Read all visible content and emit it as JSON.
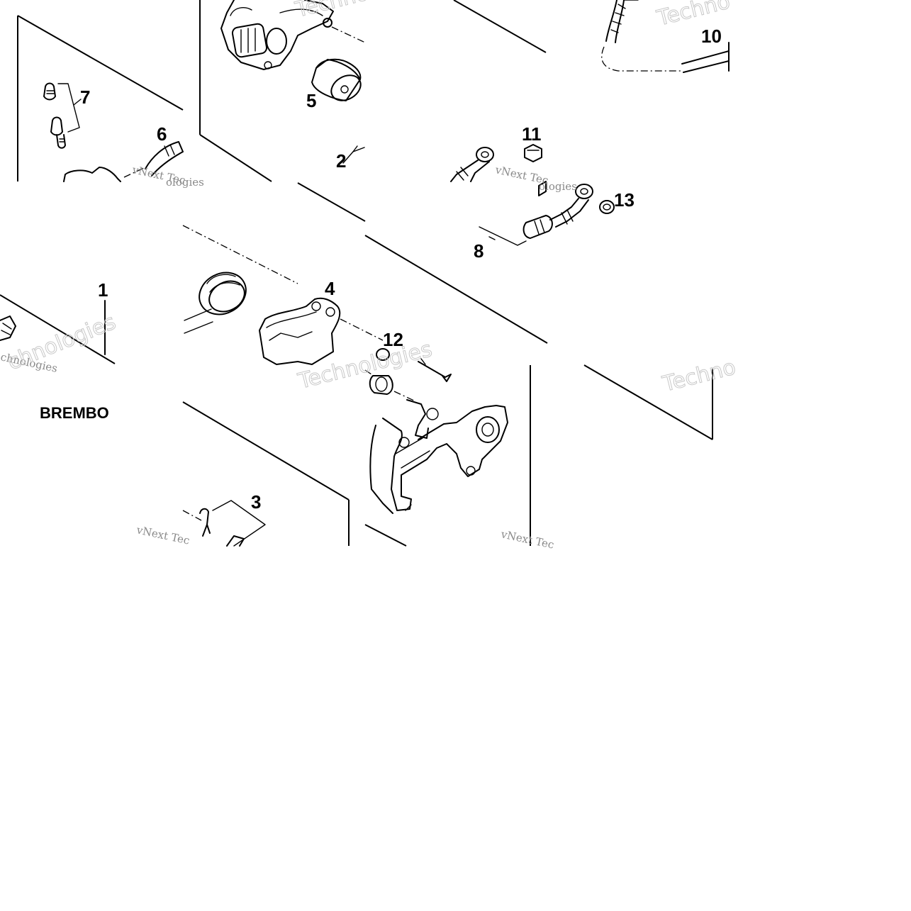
{
  "callouts": {
    "n1": "1",
    "n2": "2",
    "n3": "3",
    "n4": "4",
    "n5": "5",
    "n6": "6",
    "n7": "7",
    "n8": "8",
    "n10": "10",
    "n11": "11",
    "n12": "12",
    "n13": "13"
  },
  "brand_label": "BREMBO",
  "watermarks": {
    "short": "vNext Tec",
    "mid": "vNext Technologies",
    "tech": "Technologies",
    "techno": "Techno",
    "chnologies": "chnologies",
    "ologies": "ologies",
    "next": "vNext"
  },
  "colors": {
    "ink": "#000000",
    "paper": "#ffffff",
    "watermark": "#8a8a8a"
  }
}
